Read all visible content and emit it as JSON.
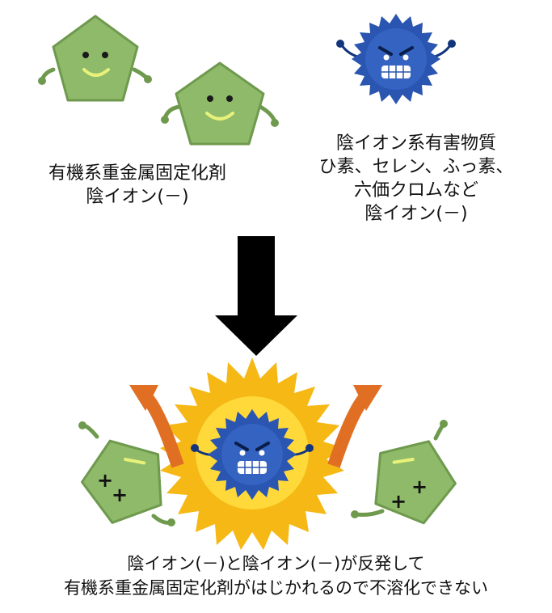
{
  "labels": {
    "fixing_agent": {
      "line1": "有機系重金属固定化剤",
      "line2": "陰イオン(－)"
    },
    "harmful": {
      "line1": "陰イオン系有害物質",
      "line2": "ひ素、セレン、ふっ素、",
      "line3": "六価クロムなど",
      "line4": "陰イオン(－)"
    },
    "result": {
      "line1": "陰イオン(－)と陰イオン(－)が反発して",
      "line2": "有機系重金属固定化剤がはじかれるので不溶化できない"
    },
    "plus_symbol": "+",
    "minus_symbol": "－"
  },
  "colors": {
    "pentagon_green": "#8fba6a",
    "pentagon_dark": "#6f9a4e",
    "mouth_yellow": "#e8f27a",
    "virus_blue": "#2a55b0",
    "virus_dark": "#13357e",
    "burst_yellow": "#f5b815",
    "burst_light": "#ffe25a",
    "arrow_orange": "#e06f24",
    "arrow_black": "#000000"
  }
}
